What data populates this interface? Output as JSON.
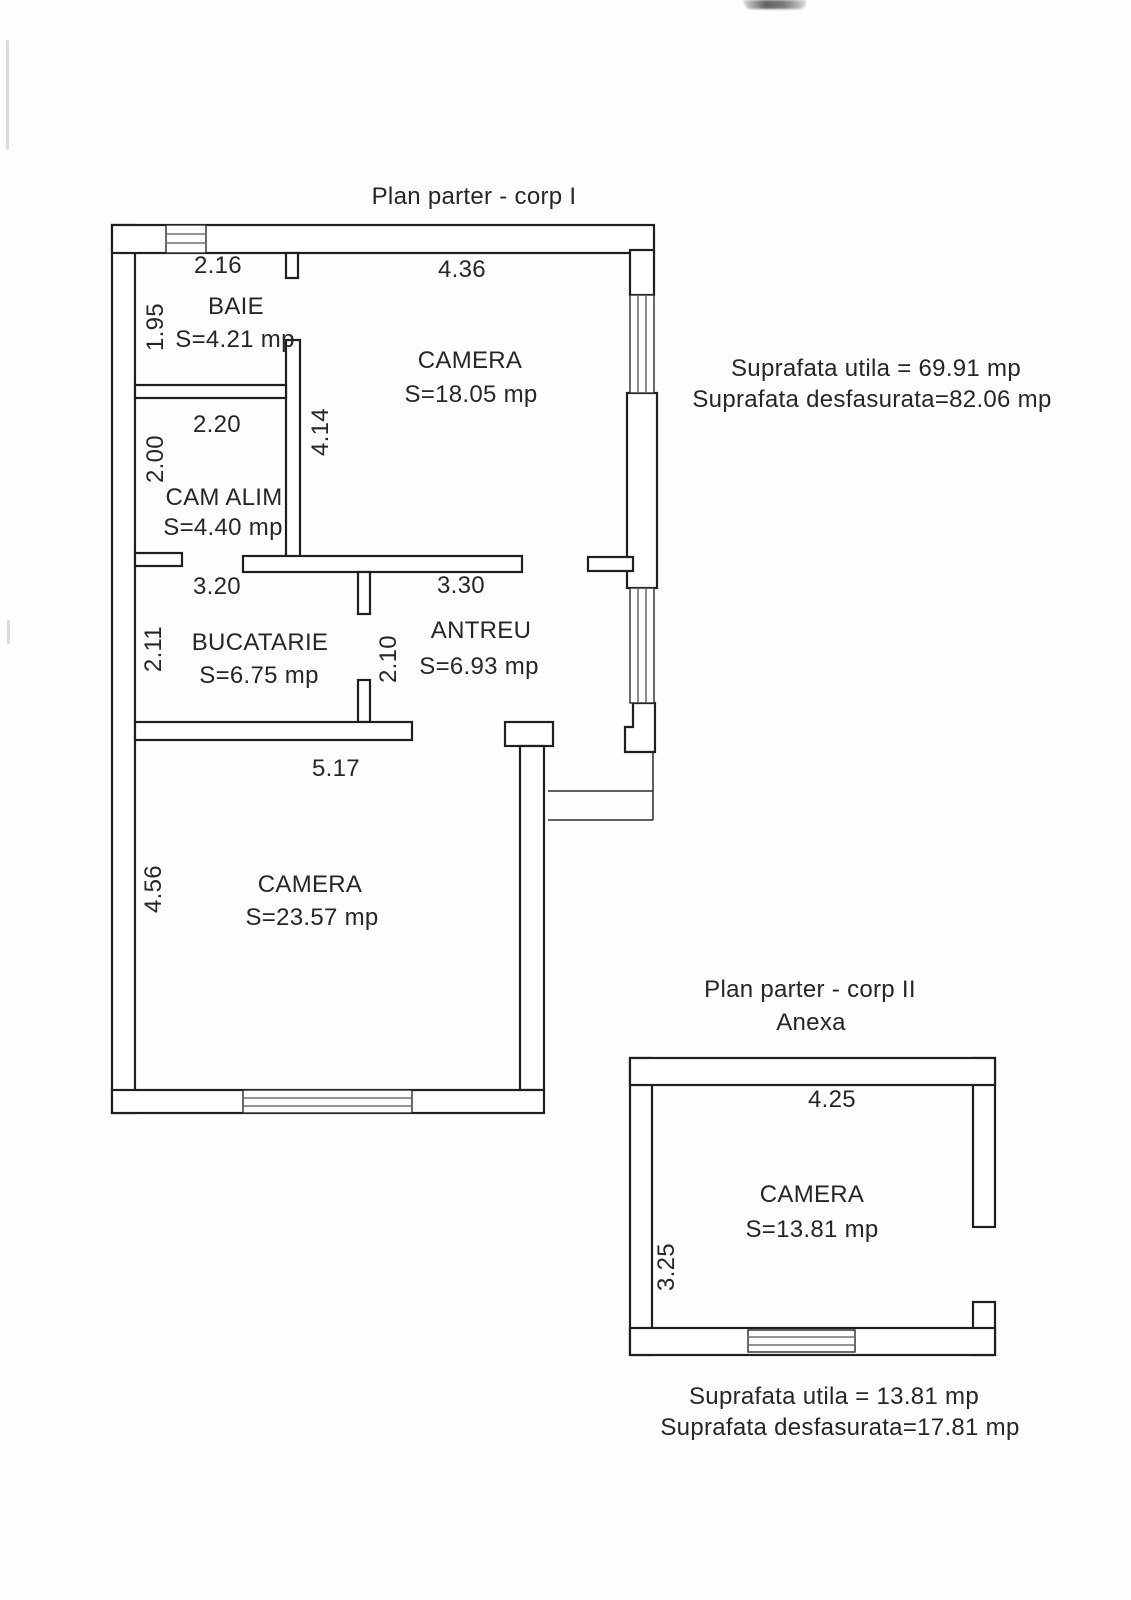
{
  "corp1": {
    "title": "Plan parter - corp I",
    "summary": {
      "line1": "Suprafata utila = 69.91 mp",
      "line2": "Suprafata desfasurata=82.06 mp"
    },
    "rooms": [
      {
        "name": "BAIE",
        "area": "S=4.21 mp"
      },
      {
        "name": "CAMERA",
        "area": "S=18.05 mp"
      },
      {
        "name": "CAM ALIM",
        "area": "S=4.40 mp"
      },
      {
        "name": "BUCATARIE",
        "area": "S=6.75 mp"
      },
      {
        "name": "ANTREU",
        "area": "S=6.93 mp"
      },
      {
        "name": "CAMERA",
        "area": "S=23.57 mp"
      }
    ],
    "dims": {
      "baie_width": "2.16",
      "camera_width": "4.36",
      "baie_height": "1.95",
      "camera_height": "4.14",
      "camalim_width": "2.20",
      "camalim_height": "2.00",
      "bucatarie_width": "3.20",
      "antreu_width": "3.30",
      "bucatarie_height": "2.11",
      "antreu_height": "2.10",
      "camera2_width": "5.17",
      "camera2_height": "4.56"
    }
  },
  "corp2": {
    "title": "Plan parter - corp II",
    "subtitle": "Anexa",
    "room": {
      "name": "CAMERA",
      "area": "S=13.81 mp"
    },
    "dims": {
      "width": "4.25",
      "height": "3.25"
    },
    "summary": {
      "line1": "Suprafata utila = 13.81 mp",
      "line2": "Suprafata desfasurata=17.81 mp"
    }
  }
}
